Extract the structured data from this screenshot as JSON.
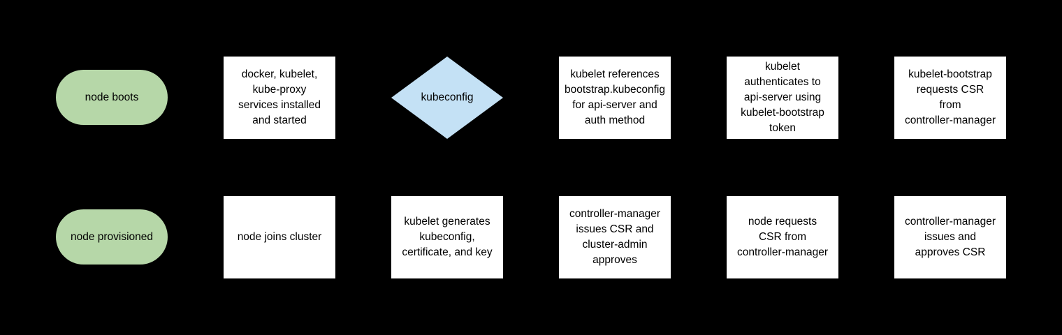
{
  "diagram": {
    "description": "kubernetes node bootstrap flowchart",
    "colors": {
      "canvas_bg": "#000000",
      "pill_fill": "#b6d7a8",
      "diamond_fill": "#c4e1f5",
      "box_fill": "#ffffff",
      "text": "#000000"
    },
    "nodes": [
      {
        "id": "node-boots",
        "shape": "pill",
        "row": 0,
        "col": 0,
        "label": "node boots"
      },
      {
        "id": "services-installed",
        "shape": "box",
        "row": 0,
        "col": 1,
        "label": "docker, kubelet,\nkube-proxy\nservices installed\nand started"
      },
      {
        "id": "kubeconfig-decision",
        "shape": "diamond",
        "row": 0,
        "col": 2,
        "label": "kubeconfig"
      },
      {
        "id": "references-bootstrap-kubeconfig",
        "shape": "box",
        "row": 0,
        "col": 3,
        "label": "kubelet references\nbootstrap.kubeconfig\nfor api-server and\nauth method"
      },
      {
        "id": "kubelet-authenticates",
        "shape": "box",
        "row": 0,
        "col": 4,
        "label": "kubelet\nauthenticates to\napi-server using\nkubelet-bootstrap\ntoken"
      },
      {
        "id": "kubelet-bootstrap-requests-csr",
        "shape": "box",
        "row": 0,
        "col": 5,
        "label": "kubelet-bootstrap\nrequests CSR\nfrom\ncontroller-manager"
      },
      {
        "id": "node-provisioned",
        "shape": "pill",
        "row": 1,
        "col": 0,
        "label": "node provisioned"
      },
      {
        "id": "node-joins-cluster",
        "shape": "box",
        "row": 1,
        "col": 1,
        "label": "node joins cluster"
      },
      {
        "id": "kubelet-generates-kubeconfig",
        "shape": "box",
        "row": 1,
        "col": 2,
        "label": "kubelet generates\nkubeconfig,\ncertificate, and key"
      },
      {
        "id": "cm-issues-csr-admin-approves",
        "shape": "box",
        "row": 1,
        "col": 3,
        "label": "controller-manager\nissues CSR and\ncluster-admin\napproves"
      },
      {
        "id": "node-requests-csr",
        "shape": "box",
        "row": 1,
        "col": 4,
        "label": "node requests\nCSR from\ncontroller-manager"
      },
      {
        "id": "cm-issues-and-approves-csr",
        "shape": "box",
        "row": 1,
        "col": 5,
        "label": "controller-manager\nissues and\napproves CSR"
      }
    ]
  }
}
